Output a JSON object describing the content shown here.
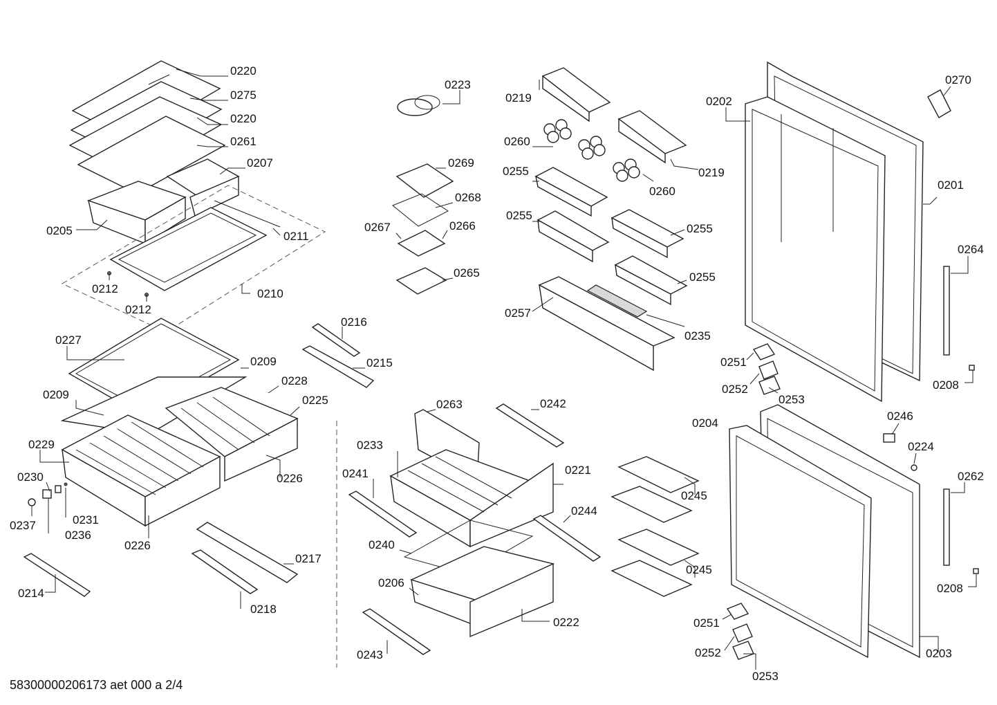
{
  "footer": "58300000206173 aet 000 a 2/4",
  "labels": [
    "0220",
    "0275",
    "0220",
    "0261",
    "0207",
    "0205",
    "0211",
    "0212",
    "0212",
    "0210",
    "0227",
    "0209",
    "0228",
    "0209",
    "0225",
    "0229",
    "0230",
    "0237",
    "0231",
    "0236",
    "0226",
    "0226",
    "0214",
    "0217",
    "0218",
    "0216",
    "0215",
    "0223",
    "0269",
    "0268",
    "0267",
    "0266",
    "0265",
    "0219",
    "0260",
    "0219",
    "0260",
    "0255",
    "0255",
    "0255",
    "0255",
    "0257",
    "0235",
    "0263",
    "0242",
    "0233",
    "0241",
    "0221",
    "0244",
    "0240",
    "0206",
    "0222",
    "0243",
    "0245",
    "0245",
    "0202",
    "0270",
    "0201",
    "0264",
    "0251",
    "0252",
    "0253",
    "0208",
    "0204",
    "0246",
    "0224",
    "0262",
    "0208",
    "0251",
    "0252",
    "0253",
    "0203"
  ]
}
